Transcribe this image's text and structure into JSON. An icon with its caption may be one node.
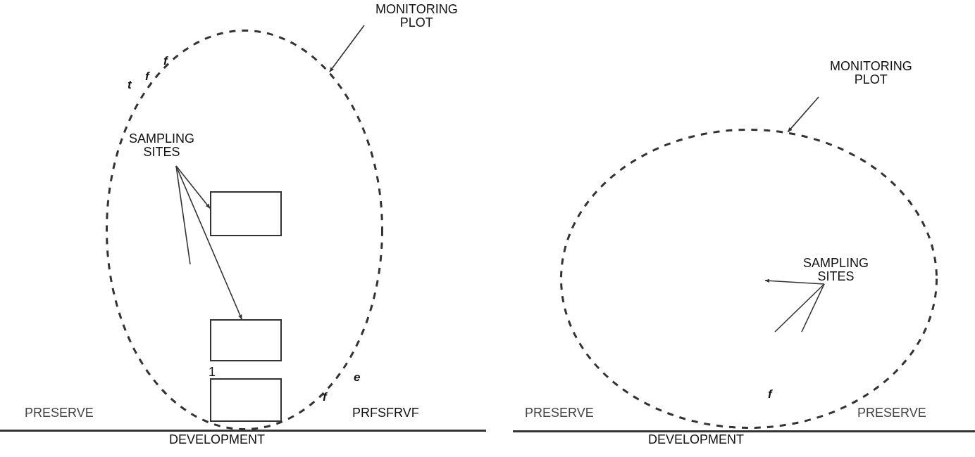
{
  "diagram": {
    "nodes": [
      {
        "text": [],
        "shape": "circle"
      },
      {
        "text": [
          "MONITORING PLOT"
        ]
      },
      {
        "text": [
          "SAMPLING SITES"
        ],
        "in": 0
      },
      {
        "text": [],
        "shape": "box",
        "in": 0
      },
      {
        "text": [],
        "shape": "box",
        "in": 0
      },
      {
        "text": [],
        "shape": "box",
        "in": 0
      },
      {
        "text": [],
        "shape": "circle"
      },
      {
        "text": [
          "MONITORING PLOT"
        ]
      },
      {
        "text": [
          "SAMPLING SITES"
        ],
        "in": 6
      }
    ],
    "edges": [
      {
        "from": 1,
        "to": 0,
        "arrow": "to"
      },
      {
        "from": 2,
        "to": 3,
        "arrow": "to"
      },
      {
        "from": 2,
        "to": 4,
        "arrow": "to"
      },
      {
        "from": 2,
        "to": null,
        "arrow": "none"
      },
      {
        "from": 7,
        "to": 6,
        "arrow": "to"
      },
      {
        "from": 8,
        "to": 6,
        "arrow": "to"
      },
      {
        "from": 8,
        "to": 6,
        "arrow": "none"
      },
      {
        "from": 8,
        "to": 6,
        "arrow": "none"
      }
    ],
    "labels": [
      "f",
      "f",
      "t",
      "1",
      "e",
      "f",
      "PRESERVE",
      "PRFSFRVF",
      "DEVELOPMENT",
      "f",
      "PRESERVE",
      "PRESERVE",
      "DEVELOPMENT"
    ]
  }
}
